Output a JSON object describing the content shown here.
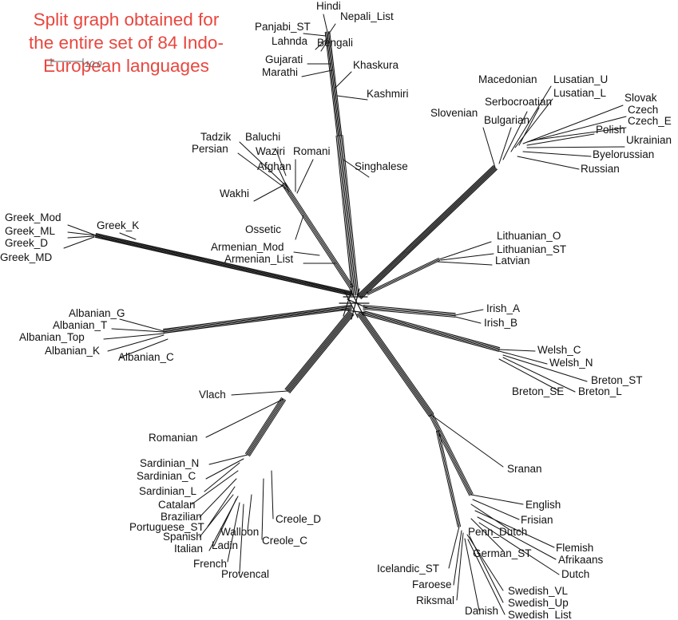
{
  "title": {
    "line1": "Split graph obtained for",
    "line2": "the entire set of 84 Indo-",
    "line3": "European languages"
  },
  "scale_bar": {
    "label": "10.0"
  },
  "colors": {
    "title": "#e8473f",
    "edges": "#111111",
    "text": "#111111"
  },
  "languages": {
    "hindi": "Hindi",
    "nepali_list": "Nepali_List",
    "panjabi_st": "Panjabi_ST",
    "lahnda": "Lahnda",
    "bengali": "Bengali",
    "gujarati": "Gujarati",
    "marathi": "Marathi",
    "khaskura": "Khaskura",
    "kashmiri": "Kashmiri",
    "tadzik": "Tadzik",
    "baluchi": "Baluchi",
    "persian": "Persian",
    "waziri": "Waziri",
    "romani": "Romani",
    "afghan": "Afghan",
    "singhalese": "Singhalese",
    "wakhi": "Wakhi",
    "ossetic": "Ossetic",
    "armenian_mod": "Armenian_Mod",
    "armenian_list": "Armenian_List",
    "greek_mod": "Greek_Mod",
    "greek_ml": "Greek_ML",
    "greek_d": "Greek_D",
    "greek_md": "Greek_MD",
    "greek_k": "Greek_K",
    "macedonian": "Macedonian",
    "lusatian_u": "Lusatian_U",
    "lusatian_l": "Lusatian_L",
    "serbocroatian": "Serbocroatian",
    "slovak": "Slovak",
    "czech": "Czech",
    "czech_e": "Czech_E",
    "slovenian": "Slovenian",
    "bulgarian": "Bulgarian",
    "polish": "Polish",
    "ukrainian": "Ukrainian",
    "byelorussian": "Byelorussian",
    "russian": "Russian",
    "lithuanian_o": "Lithuanian_O",
    "lithuanian_st": "Lithuanian_ST",
    "latvian": "Latvian",
    "albanian_g": "Albanian_G",
    "albanian_t": "Albanian_T",
    "albanian_top": "Albanian_Top",
    "albanian_k": "Albanian_K",
    "albanian_c": "Albanian_C",
    "irish_a": "Irish_A",
    "irish_b": "Irish_B",
    "welsh_c": "Welsh_C",
    "welsh_n": "Welsh_N",
    "breton_st": "Breton_ST",
    "breton_se": "Breton_SE",
    "breton_l": "Breton_L",
    "vlach": "Vlach",
    "romanian": "Romanian",
    "sardinian_n": "Sardinian_N",
    "sardinian_c": "Sardinian_C",
    "sardinian_l": "Sardinian_L",
    "catalan": "Catalan",
    "brazilian": "Brazilian",
    "portuguese_st": "Portuguese_ST",
    "spanish": "Spanish",
    "walloon": "Walloon",
    "creole_d": "Creole_D",
    "creole_c": "Creole_C",
    "italian": "Italian",
    "ladin": "Ladin",
    "french": "French",
    "provencal": "Provencal",
    "sranan": "Sranan",
    "english": "English",
    "frisian": "Frisian",
    "penn_dutch": "Penn_Dutch",
    "flemish": "Flemish",
    "german_st": "German_ST",
    "afrikaans": "Afrikaans",
    "dutch": "Dutch",
    "icelandic_st": "Icelandic_ST",
    "faroese": "Faroese",
    "riksmal": "Riksmal",
    "swedish_vl": "Swedish_VL",
    "swedish_up": "Swedish_Up",
    "danish": "Danish",
    "swedish_list": "Swedish_List"
  }
}
